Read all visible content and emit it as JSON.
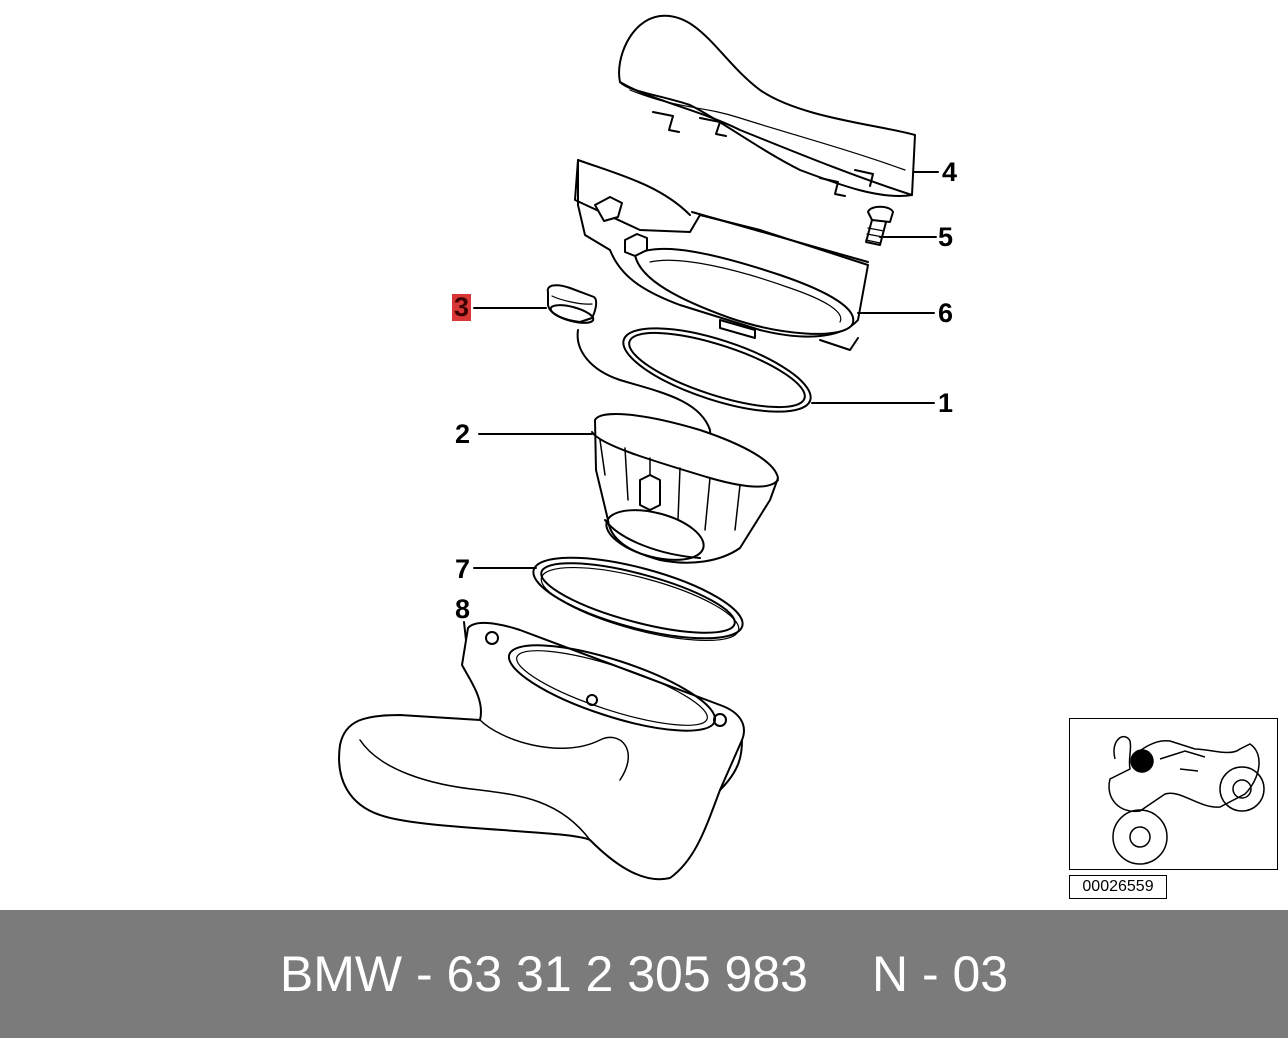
{
  "callouts": {
    "c1": "1",
    "c2": "2",
    "c3": "3",
    "c4": "4",
    "c5": "5",
    "c6": "6",
    "c7": "7",
    "c8": "8"
  },
  "highlight_color": "#d93636",
  "reference_number": "00026559",
  "footer": {
    "part_number": "BMW - 63 31 2 305 983",
    "note": "N - 03",
    "background_color": "#7b7b7b"
  }
}
